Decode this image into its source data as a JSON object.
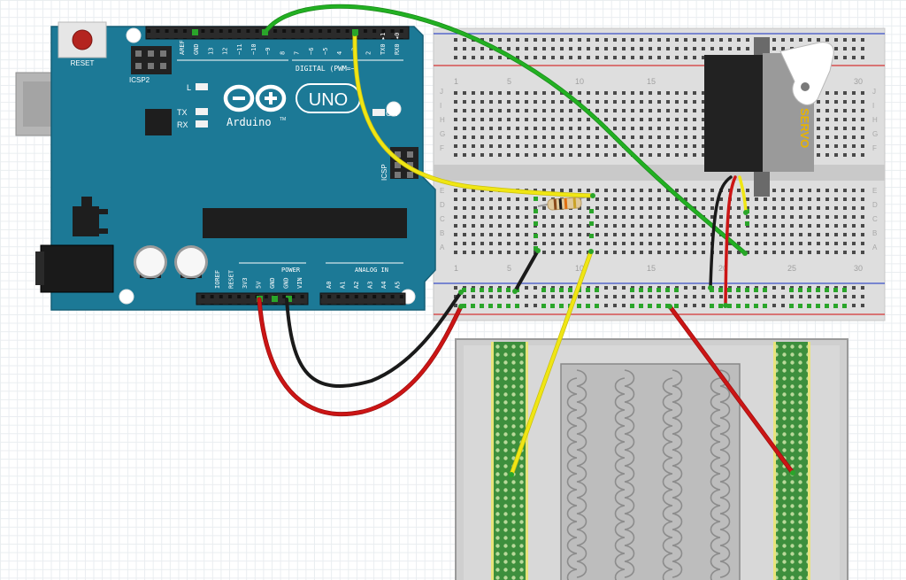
{
  "board": {
    "reset_label": "RESET",
    "icsp2_label": "ICSP2",
    "icsp_label": "ICSP",
    "l_label": "L",
    "tx_label": "TX",
    "rx_label": "RX",
    "on_label": "ON",
    "uno_label": "UNO",
    "brand_label": "Arduino",
    "tm_label": "TM",
    "digital_label": "DIGITAL (PWM=~)",
    "power_label": "POWER",
    "analog_label": "ANALOG IN",
    "top_pins": [
      "AREF",
      "GND",
      "13",
      "12",
      "~11",
      "~10",
      "~9",
      "8",
      "7",
      "~6",
      "~5",
      "4",
      "~3",
      "2",
      "TX0 ▸1",
      "RX0 ◂0"
    ],
    "power_pins": [
      "IOREF",
      "RESET",
      "3V3",
      "5V",
      "GND",
      "GND",
      "VIN"
    ],
    "analog_pins": [
      "A0",
      "A1",
      "A2",
      "A3",
      "A4",
      "A5"
    ]
  },
  "breadboard": {
    "top_numbers": [
      "1",
      "5",
      "10",
      "15",
      "20",
      "25",
      "30"
    ],
    "bottom_numbers": [
      "1",
      "5",
      "10",
      "15",
      "20",
      "25",
      "30"
    ],
    "row_letters_left": [
      "J",
      "I",
      "H",
      "G",
      "F",
      "E",
      "D",
      "C",
      "B",
      "A"
    ],
    "row_letters_right": [
      "J",
      "I",
      "H",
      "G",
      "F",
      "E",
      "D",
      "C",
      "B",
      "A"
    ]
  },
  "servo": {
    "label": "SERVO"
  },
  "colors": {
    "board": "#1c7996",
    "board_dark": "#145f77",
    "wire_green": "#22b022",
    "wire_yellow": "#f0e614",
    "wire_red": "#cc1515",
    "wire_black": "#1a1a1a",
    "breadboard": "#dcdcdc",
    "rail_red": "#d43535",
    "rail_blue": "#3b50c8",
    "sensor_green": "#3a9a3a"
  }
}
